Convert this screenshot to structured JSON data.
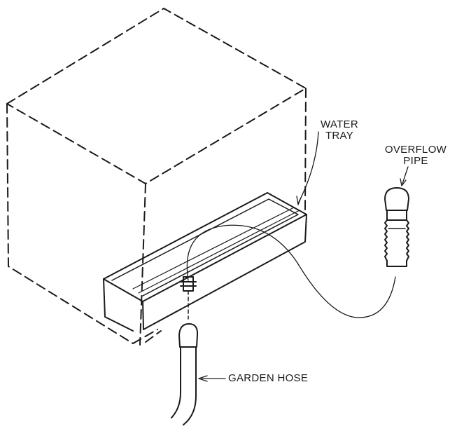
{
  "labels": {
    "water_tray": [
      "WATER",
      "TRAY"
    ],
    "overflow_pipe": [
      "OVERFLOW",
      "PIPE"
    ],
    "garden_hose": "GARDEN HOSE"
  }
}
